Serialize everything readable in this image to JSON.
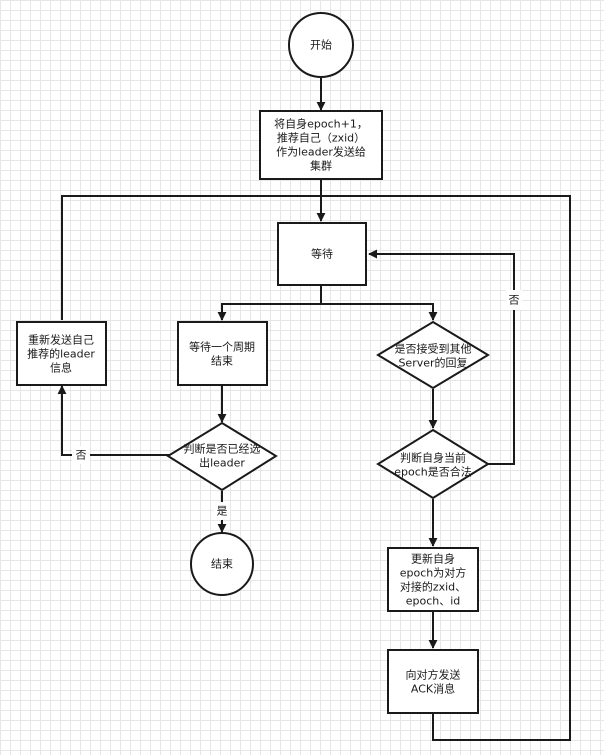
{
  "nodes": {
    "start": {
      "lines": [
        "开始"
      ]
    },
    "send_vote": {
      "lines": [
        "将自身epoch+1，",
        "推荐自己（zxid）",
        "作为leader发送给",
        "集群"
      ]
    },
    "wait": {
      "lines": [
        "等待"
      ]
    },
    "wait_period": {
      "lines": [
        "等待一个周期",
        "结束"
      ]
    },
    "received_check": {
      "lines": [
        "是否接受到其他",
        "Server的回复"
      ]
    },
    "resend": {
      "lines": [
        "重新发送自己",
        "推荐的leader",
        "信息"
      ]
    },
    "leader_elected": {
      "lines": [
        "判断是否已经选",
        "出leader"
      ]
    },
    "epoch_valid": {
      "lines": [
        "判断自身当前",
        "epoch是否合法"
      ]
    },
    "end": {
      "lines": [
        "结束"
      ]
    },
    "update": {
      "lines": [
        "更新自身",
        "epoch为对方",
        "对接的zxid、",
        "epoch、id"
      ]
    },
    "send_ack": {
      "lines": [
        "向对方发送",
        "ACK消息"
      ]
    }
  },
  "edge_labels": {
    "no_to_wait": "否",
    "no_to_resend": "否",
    "yes_to_end": "是"
  }
}
